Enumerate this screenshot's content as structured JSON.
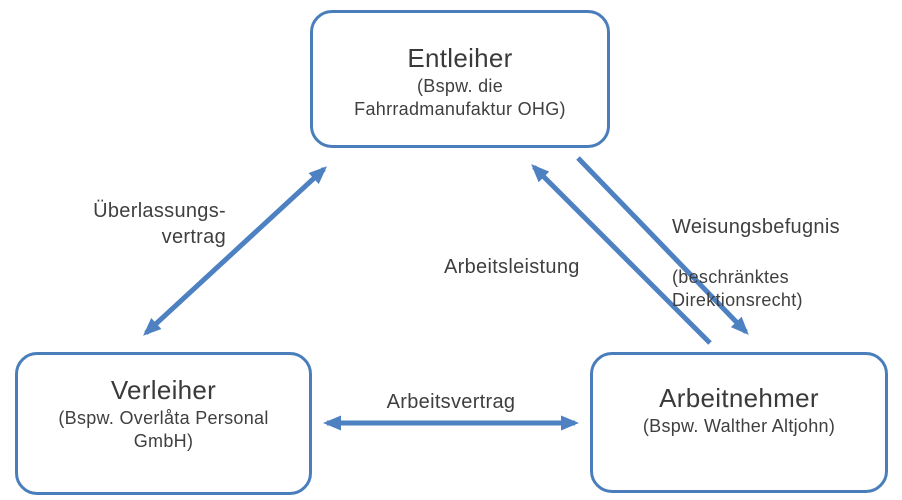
{
  "colors": {
    "accent": "#4a7ebb",
    "arrow": "#4d81c2",
    "text": "#3f3f3f"
  },
  "nodes": {
    "entleiher": {
      "title": "Entleiher",
      "subtitle": "(Bspw. die\nFahrradmanufaktur OHG)"
    },
    "verleiher": {
      "title": "Verleiher",
      "subtitle": "(Bspw. Overlåta Personal\nGmbH)"
    },
    "arbeitnehmer": {
      "title": "Arbeitnehmer",
      "subtitle": "(Bspw. Walther Altjohn)"
    }
  },
  "edges": {
    "ueberlassungsvertrag": {
      "label": "Überlassungs-\nvertrag",
      "between": "Verleiher — Entleiher",
      "direction": "bidirectional"
    },
    "arbeitsleistung": {
      "label": "Arbeitsleistung",
      "between": "Arbeitnehmer → Entleiher",
      "direction": "one-way-up"
    },
    "weisungsbefugnis": {
      "label": "Weisungsbefugnis",
      "sublabel": "(beschränktes\nDirektionsrecht)",
      "between": "Entleiher → Arbeitnehmer",
      "direction": "one-way-down"
    },
    "arbeitsvertrag": {
      "label": "Arbeitsvertrag",
      "between": "Verleiher — Arbeitnehmer",
      "direction": "bidirectional"
    }
  }
}
